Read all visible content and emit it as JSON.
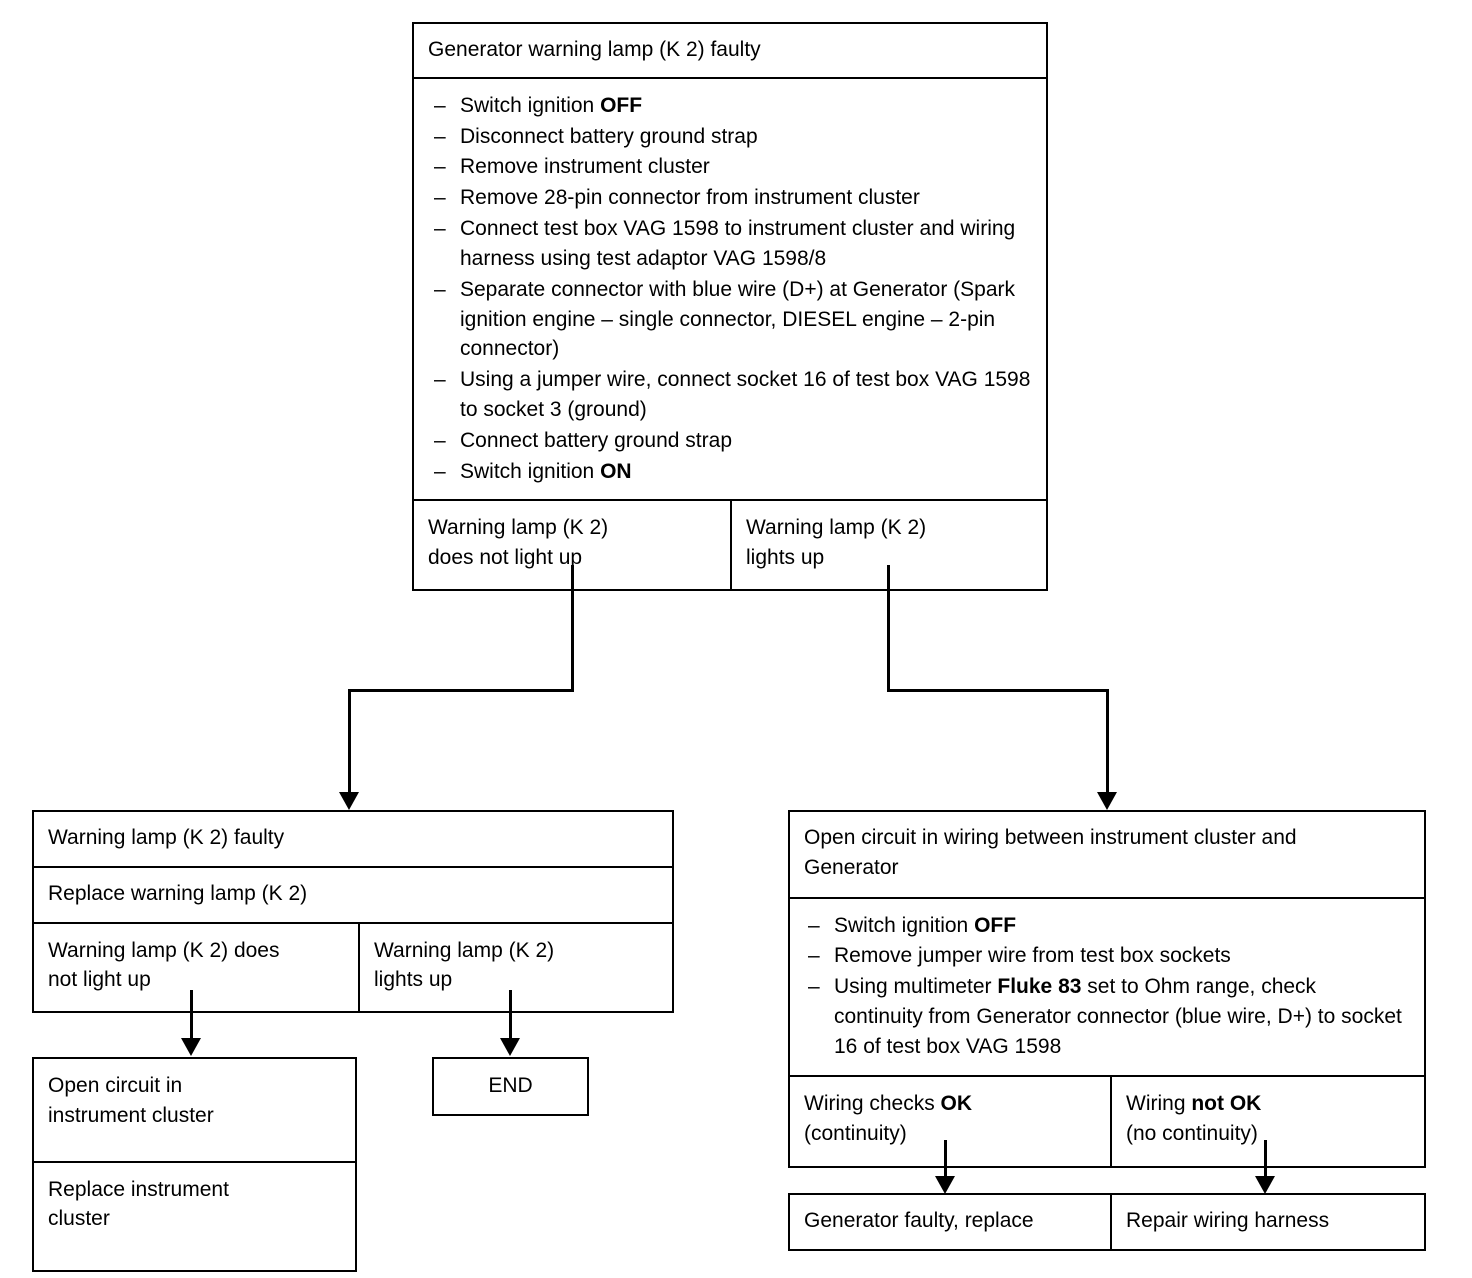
{
  "diagram": {
    "title": "Generator warning lamp (K 2) faulty fault-finding flowchart",
    "type": "flowchart",
    "line_color": "#000000",
    "background_color": "#ffffff"
  },
  "top_box": {
    "header": "Generator warning lamp (K 2) faulty",
    "steps": [
      "Switch ignition OFF",
      "Disconnect battery ground strap",
      "Remove instrument cluster",
      "Remove 28-pin connector from instrument cluster",
      "Connect test box VAG 1598 to instrument cluster and wiring harness using test adaptor VAG 1598/8",
      "Separate connector with blue wire (D+) at Generator (Spark ignition engine – single connector, DIESEL engine – 2-pin connector)",
      "Using a jumper wire, connect socket 16 of test box VAG 1598 to socket 3 (ground)",
      "Connect battery ground strap",
      "Switch ignition ON"
    ],
    "steps_bold_parts": [
      "OFF",
      "ON"
    ],
    "outcomes": [
      {
        "line1": "Warning lamp (K 2)",
        "line2": "does not light up"
      },
      {
        "line1": "Warning lamp (K 2)",
        "line2": "lights up"
      }
    ]
  },
  "left_branch": {
    "header": "Warning lamp (K 2) faulty",
    "action": "Replace warning lamp (K 2)",
    "outcomes": [
      {
        "line1": "Warning lamp (K 2) does",
        "line2": "not light up"
      },
      {
        "line1": "Warning lamp (K 2)",
        "line2": "lights up"
      }
    ],
    "result_box": {
      "header_line1": "Open circuit in",
      "header_line2": "instrument cluster",
      "action_line1": "Replace instrument",
      "action_line2": "cluster"
    },
    "end_box": "END"
  },
  "right_branch": {
    "header_line1": "Open circuit in wiring between instrument cluster and",
    "header_line2": "Generator",
    "steps": [
      "Switch ignition OFF",
      "Remove jumper wire from test box sockets",
      "Using multimeter Fluke 83 set to Ohm range, check continuity from Generator connector (blue wire, D+) to socket 16 of test box VAG 1598"
    ],
    "steps_bold_parts": [
      "OFF",
      "Fluke 83"
    ],
    "outcomes": [
      {
        "line1": "Wiring checks OK",
        "line1_bold": "OK",
        "line2": "(continuity)"
      },
      {
        "line1": "Wiring not OK",
        "line1_bold": "not OK",
        "line2": "(no continuity)"
      }
    ],
    "results": [
      "Generator faulty, replace",
      "Repair wiring harness"
    ]
  }
}
